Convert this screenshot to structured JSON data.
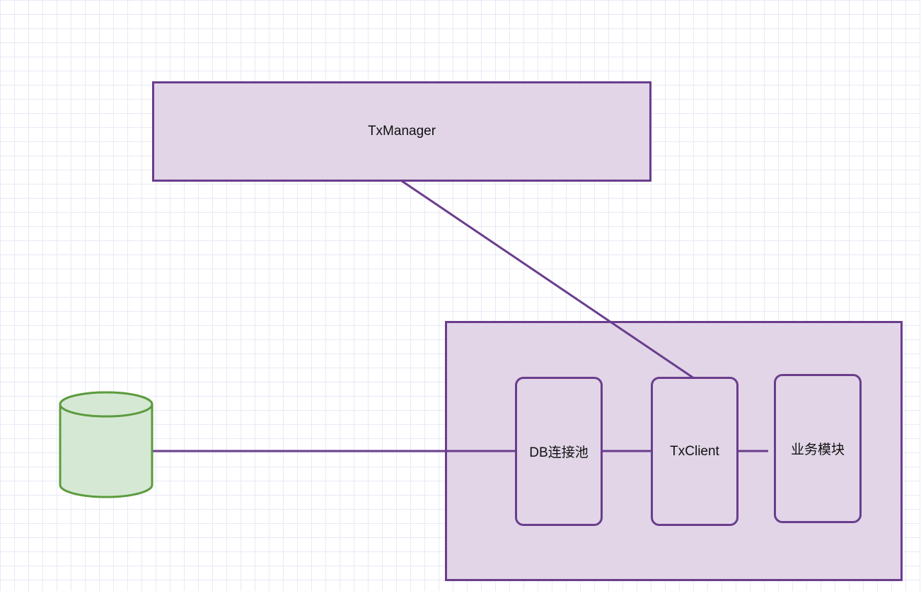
{
  "diagram": {
    "nodes": {
      "txmanager": {
        "label": "TxManager"
      },
      "db_pool": {
        "label": "DB连接池"
      },
      "txclient": {
        "label": "TxClient"
      },
      "business": {
        "label": "业务模块"
      },
      "database": {
        "label": ""
      }
    },
    "edges": [
      {
        "from": "txmanager",
        "to": "txclient"
      },
      {
        "from": "database",
        "to": "db_pool"
      },
      {
        "from": "db_pool",
        "to": "txclient"
      },
      {
        "from": "txclient",
        "to": "business"
      }
    ]
  },
  "colors": {
    "box_fill": "#e1d5e7",
    "box_stroke": "#6a3d8c",
    "db_fill": "#d5e8d4",
    "db_stroke": "#5c9b3e",
    "grid": "#e9e9f6"
  }
}
